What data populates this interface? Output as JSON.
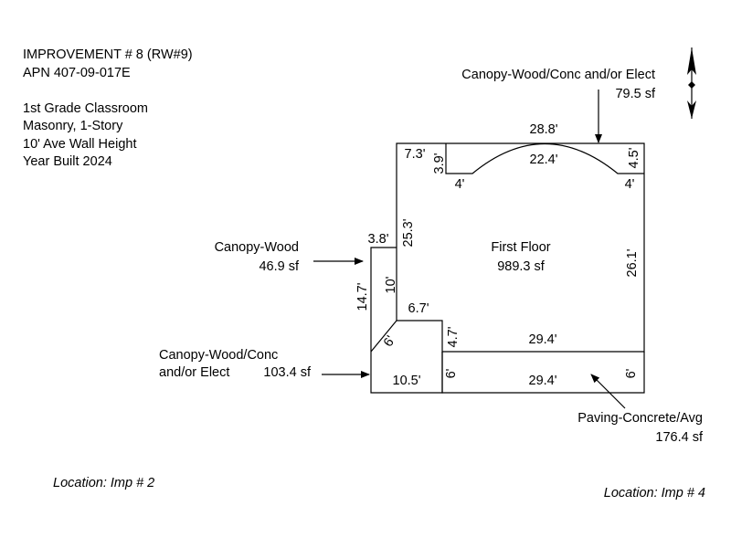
{
  "header": {
    "title": "IMPROVEMENT # 8 (RW#9)",
    "apn": "APN 407-09-017E",
    "lines": [
      "1st Grade Classroom",
      "Masonry, 1-Story",
      "10' Ave Wall Height",
      "Year Built 2024"
    ]
  },
  "areas": {
    "main": {
      "name": "First Floor",
      "area": "989.3 sf"
    },
    "canopy_top": {
      "name": "Canopy-Wood/Conc and/or Elect",
      "area": "79.5 sf"
    },
    "canopy_wood": {
      "name": "Canopy-Wood",
      "area": "46.9 sf"
    },
    "canopy_conc": {
      "name1": "Canopy-Wood/Conc",
      "name2": "and/or Elect",
      "area": "103.4 sf"
    },
    "paving": {
      "name": "Paving-Concrete/Avg",
      "area": "176.4 sf"
    }
  },
  "dimensions": {
    "top_width": "28.8'",
    "arc_width": "22.4'",
    "top_left": "7.3'",
    "left_notch": "3.9'",
    "right_top": "4.5'",
    "arc_left": "4'",
    "arc_right": "4'",
    "left_wall": "25.3'",
    "right_wall": "26.1'",
    "canopy_width": "3.8'",
    "canopy_height": "14.7'",
    "canopy_inner": "10'",
    "step_width": "6.7'",
    "diagonal": "6'",
    "step_height": "4.7'",
    "bottom_wall": "29.4'",
    "paving_width": "29.4'",
    "paving_left": "6'",
    "paving_right": "6'",
    "canopy_bottom": "10.5'"
  },
  "locations": {
    "left": "Location: Imp # 2",
    "right": "Location: Imp # 4"
  }
}
